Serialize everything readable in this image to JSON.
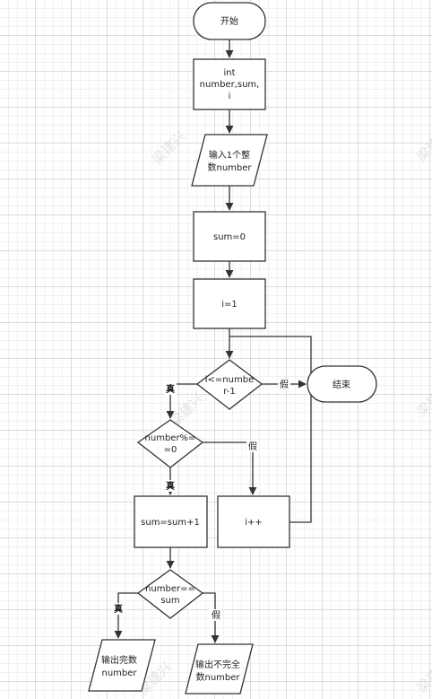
{
  "watermark": "梁建兴",
  "nodes": {
    "start": "开始",
    "declare": [
      "int",
      "number,sum,",
      "i"
    ],
    "input": [
      "输入1个整",
      "数number"
    ],
    "sum_init": "sum=0",
    "i_init": "i=1",
    "loop_cond": [
      "i<=numbe",
      "r-1"
    ],
    "end": "结束",
    "mod_cond": [
      "number%=",
      "=0"
    ],
    "sum_add": "sum=sum+1",
    "i_inc": "i++",
    "eq_cond": [
      "number==",
      "sum"
    ],
    "out_perfect": [
      "输出完数",
      "number"
    ],
    "out_not_perfect": [
      "输出不完全",
      "数number"
    ]
  },
  "edge_labels": {
    "loop_false": "假",
    "loop_true": "真",
    "mod_true": "真",
    "mod_false": "假",
    "eq_true": "真",
    "eq_false": "假"
  }
}
